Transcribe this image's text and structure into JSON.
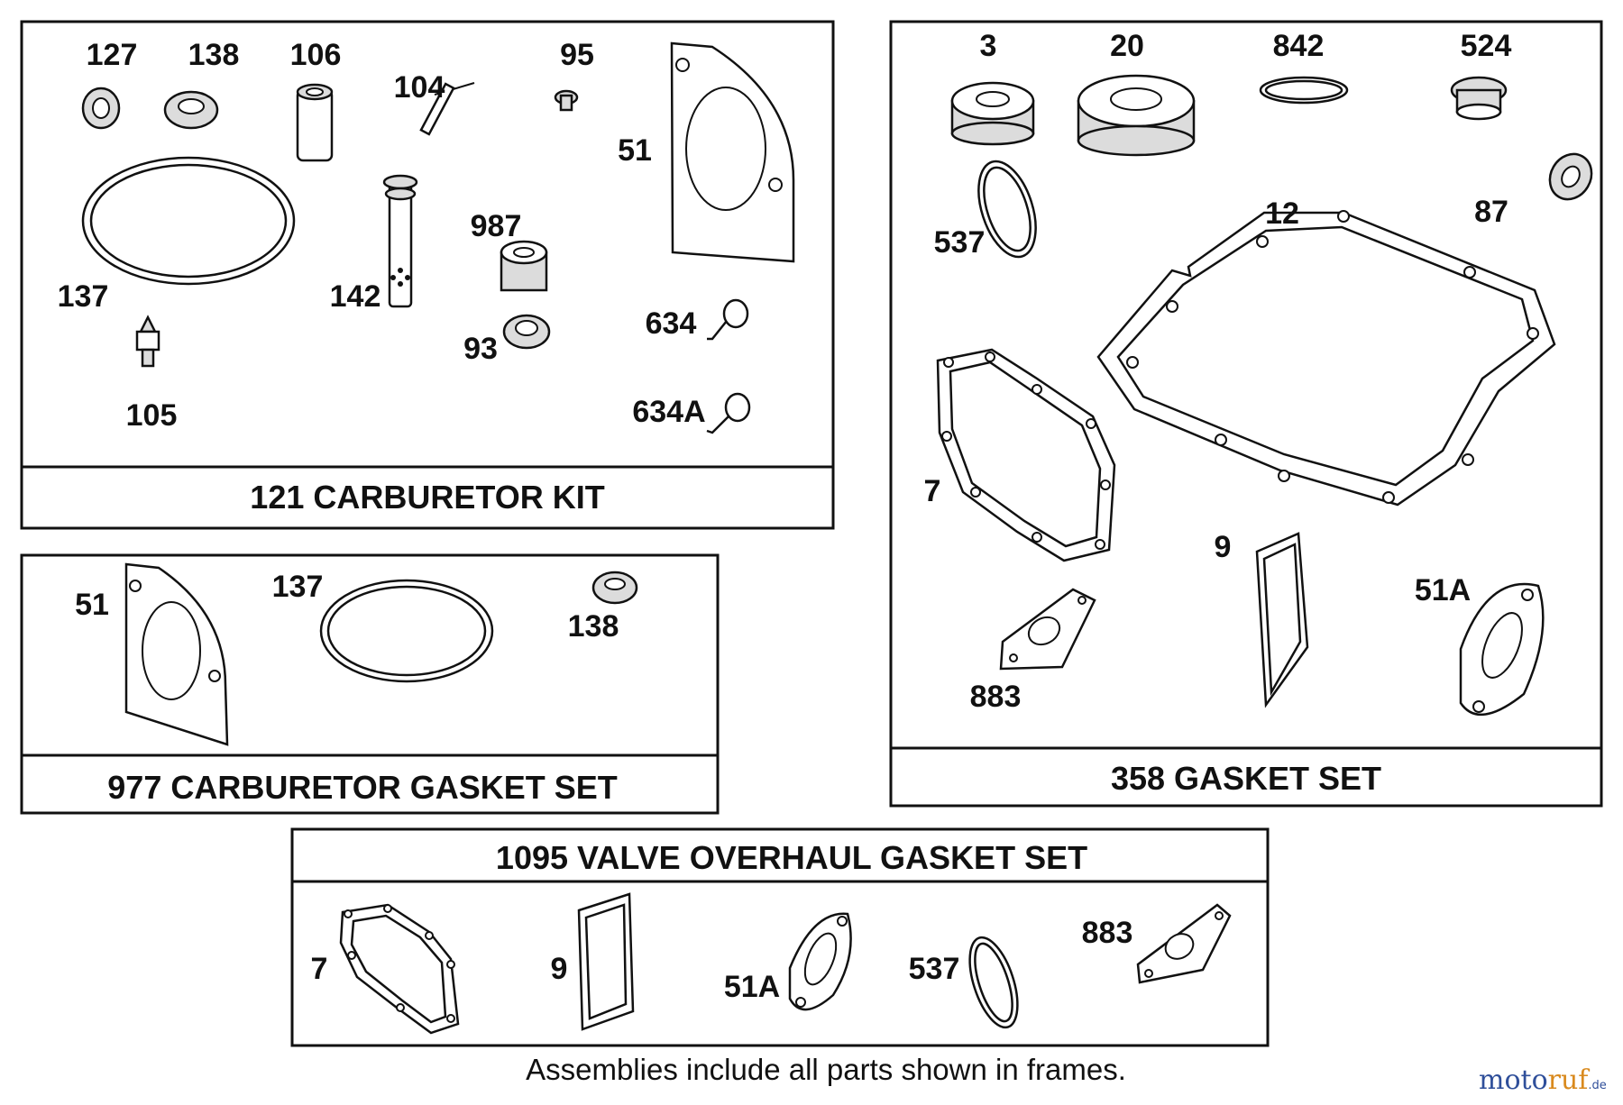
{
  "panels": {
    "carb_kit": {
      "title": "121 CARBURETOR KIT",
      "labels": [
        "127",
        "138",
        "106",
        "104",
        "95",
        "51",
        "137",
        "142",
        "987",
        "93",
        "634",
        "634A",
        "105"
      ]
    },
    "carb_gasket_set": {
      "title": "977 CARBURETOR GASKET SET",
      "labels": [
        "51",
        "137",
        "138"
      ]
    },
    "gasket_set": {
      "title": "358 GASKET SET",
      "labels": [
        "3",
        "20",
        "842",
        "524",
        "537",
        "12",
        "87",
        "7",
        "9",
        "51A",
        "883"
      ]
    },
    "valve_set": {
      "title": "1095 VALVE OVERHAUL GASKET SET",
      "labels": [
        "7",
        "9",
        "51A",
        "537",
        "883"
      ]
    }
  },
  "caption": "Assemblies include all parts shown in frames.",
  "watermark": {
    "part1": "moto",
    "part2": "ruf",
    "suffix": ".de"
  }
}
